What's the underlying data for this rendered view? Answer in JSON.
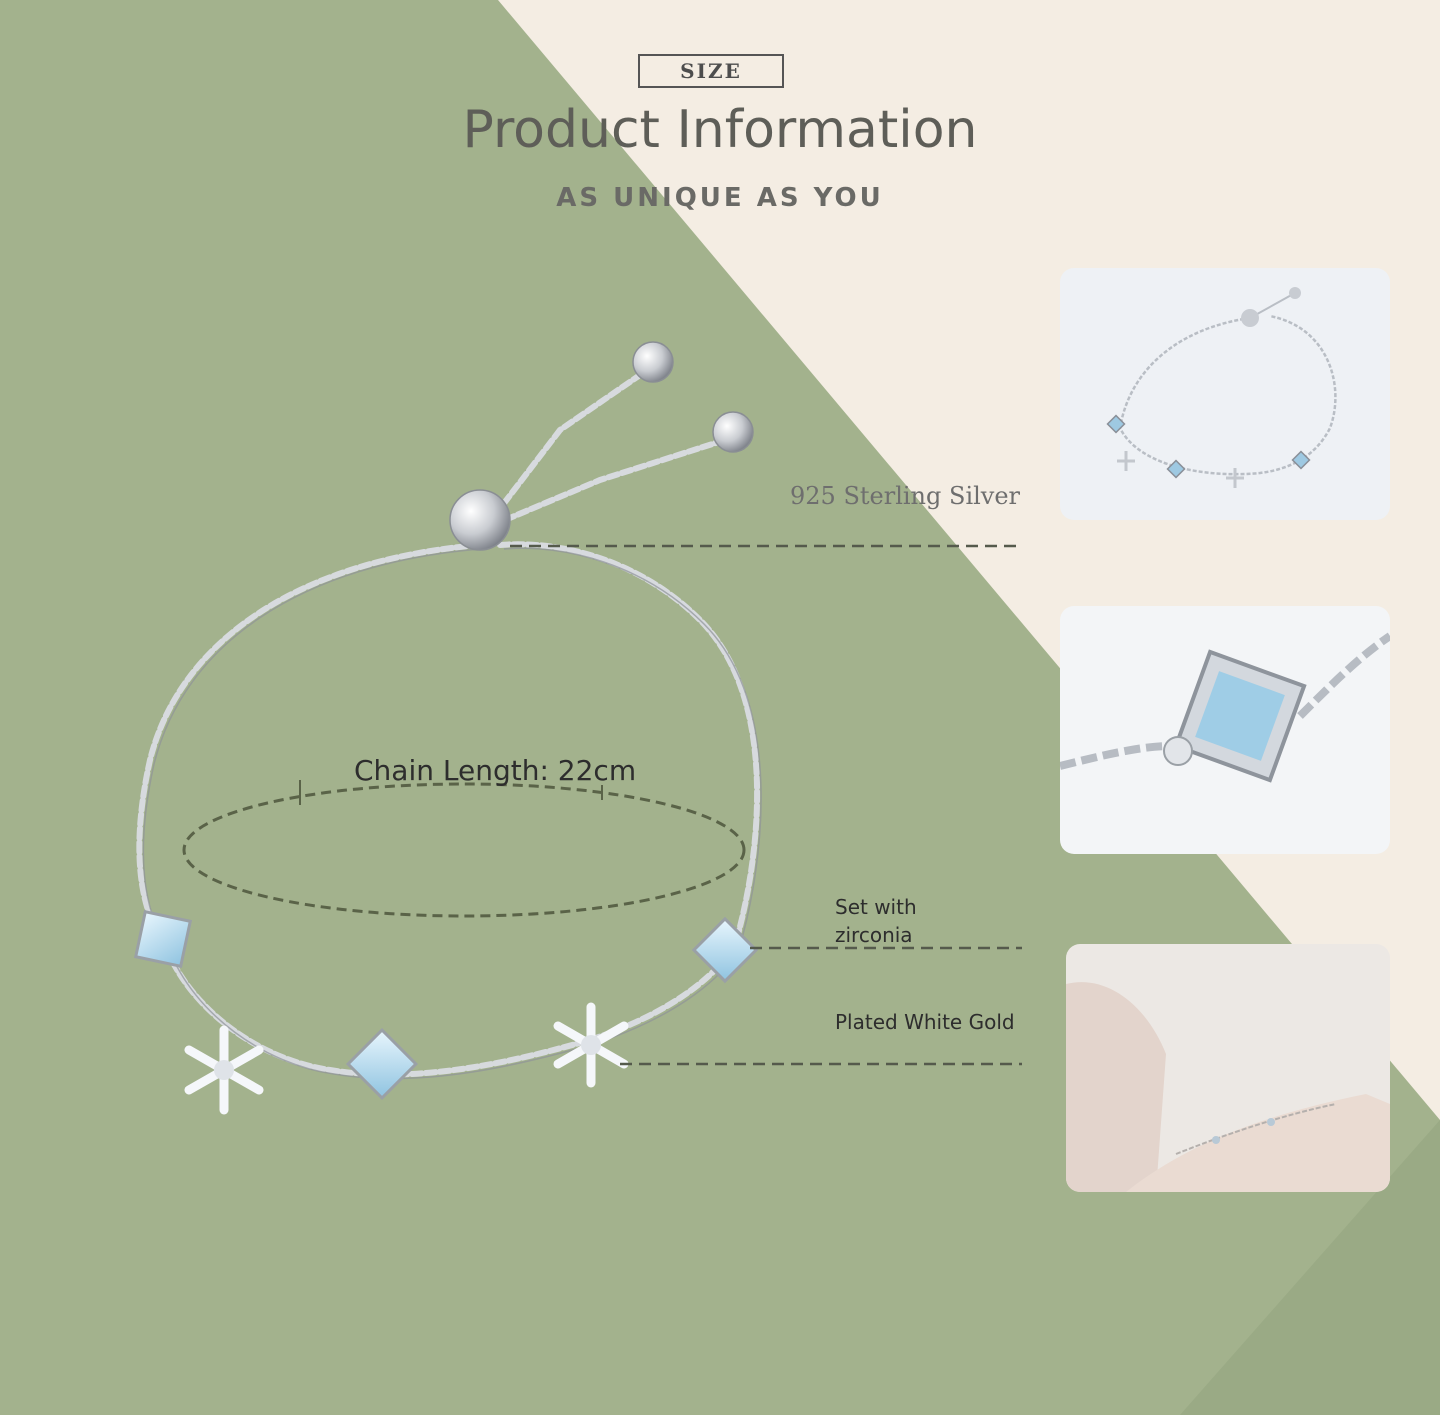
{
  "header": {
    "size_label": "SIZE",
    "title": "Product Information",
    "subtitle": "AS UNIQUE AS YOU"
  },
  "callouts": {
    "material": "925 Sterling Silver",
    "chain_length": "Chain Length: 22cm",
    "stone_line1": "Set with",
    "stone_line2": "zirconia",
    "plating": "Plated White Gold"
  },
  "colors": {
    "green_panel": "#a3b28d",
    "cream_background": "#f4ede3",
    "silver": "#cfd3d8",
    "stone_blue": "#a9d3ea"
  },
  "thumbnails": [
    {
      "name": "bracelet-overview-thumbnail"
    },
    {
      "name": "zirconia-closeup-thumbnail"
    },
    {
      "name": "bracelet-on-wrist-thumbnail"
    }
  ]
}
